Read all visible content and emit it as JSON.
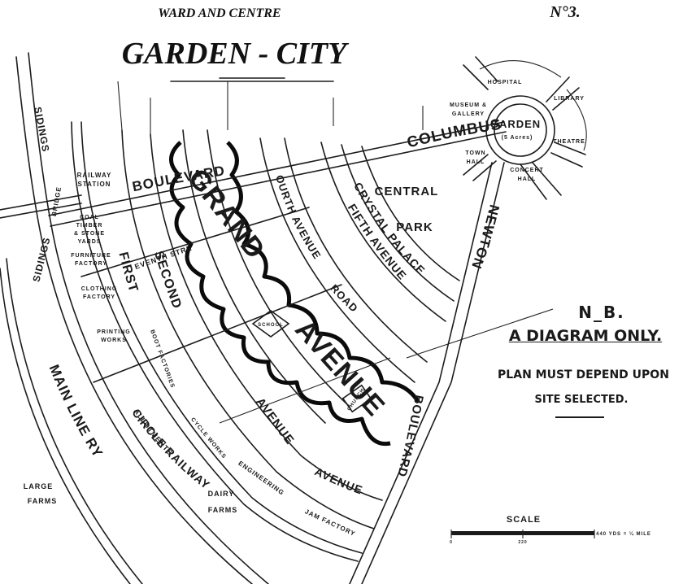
{
  "header": {
    "subtitle": "WARD AND CENTRE",
    "title": "GARDEN - CITY",
    "sheet_number": "N°3."
  },
  "roads": {
    "columbus_boulevard": [
      "COLUMBUS",
      "BOULEVARD"
    ],
    "grand_avenue": [
      "GRAND",
      "AVENUE"
    ],
    "crystal_palace": [
      "CRYSTAL PALACE",
      "FIFTH AVENUE"
    ],
    "fourth_avenue": "FOURTH AVENUE",
    "second": "SECOND",
    "first": "FIRST",
    "newton": "NEWTON",
    "newton_boulevard": "BOULEVARD",
    "road": "ROAD",
    "third_avenue": "AVENUE",
    "circle_railway": "CIRCLE RAILWAY",
    "main_line": "MAIN LINE RY",
    "sidings_top": "SIDINGS",
    "sidings_bottom": "SIDINGS",
    "bridge": "BRIDGE",
    "seventh_street": "SEVENTH STREET",
    "first_avenue": "AVENUE"
  },
  "labels": {
    "central_park": "CENTRAL",
    "park": "PARK",
    "garden": "GARDEN",
    "garden_sub": "(5 Acres)",
    "hospital": "HOSPITAL",
    "library": "LIBRARY",
    "museum": [
      "MUSEUM &",
      "GALLERY"
    ],
    "theatre": "THEATRE",
    "town_hall": [
      "TOWN",
      "HALL"
    ],
    "concert_hall": [
      "CONCERT",
      "HALL"
    ],
    "railway_station": [
      "RAILWAY",
      "STATION"
    ],
    "coal": [
      "COAL",
      "TIMBER",
      "& STONE",
      "YARDS"
    ],
    "furniture": [
      "FURNITURE",
      "FACTORY"
    ],
    "clothing": [
      "CLOTHING",
      "FACTORY"
    ],
    "printing": [
      "PRINTING",
      "WORKS"
    ],
    "boot": "BOOT FACTORIES",
    "cycle": "CYCLE WORKS",
    "engineering": "ENGINEERING",
    "jam": "JAM FACTORY",
    "school": "SCHOOL",
    "church": "CHURCH",
    "allotments": "ALLOTMENTS",
    "large_farms": [
      "LARGE",
      "FARMS"
    ],
    "dairy_farms": [
      "DAIRY",
      "FARMS"
    ]
  },
  "notes": {
    "nb": "N_B.",
    "diagram_only": "A DIAGRAM ONLY.",
    "plan": "PLAN MUST DEPEND UPON",
    "site": "SITE SELECTED."
  },
  "scale": {
    "title": "SCALE",
    "left_tick": "0",
    "mid_tick": "220",
    "right_label": "440 YDS = ¼ MILE"
  },
  "colors": {
    "ink": "#1a1a1a",
    "paper": "#ffffff"
  }
}
